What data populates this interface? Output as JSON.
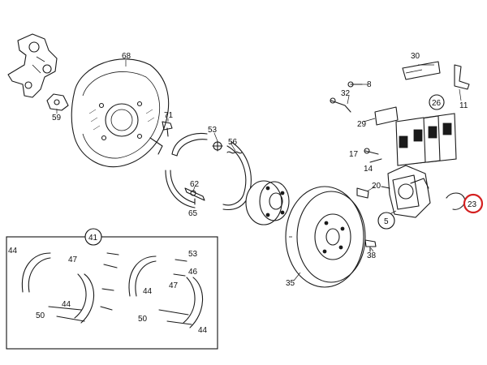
{
  "callouts": {
    "c68": "68",
    "c59": "59",
    "c71": "71",
    "c53a": "53",
    "c56": "56",
    "c62": "62",
    "c65": "65",
    "c30": "30",
    "c8": "8",
    "c32": "32",
    "c11": "11",
    "c26": "26",
    "c29": "29",
    "c17": "17",
    "c14": "14",
    "c20": "20",
    "c5": "5",
    "c23": "23",
    "c38": "38",
    "c35": "35",
    "c41": "41",
    "c44a": "44",
    "c47a": "47",
    "c44b": "44",
    "c50a": "50",
    "c53b": "53",
    "c46": "46",
    "c47b": "47",
    "c44c": "44",
    "c50b": "50",
    "c44d": "44"
  },
  "colors": {
    "line": "#1a1a1a",
    "highlight": "#d42020",
    "background": "#ffffff"
  }
}
